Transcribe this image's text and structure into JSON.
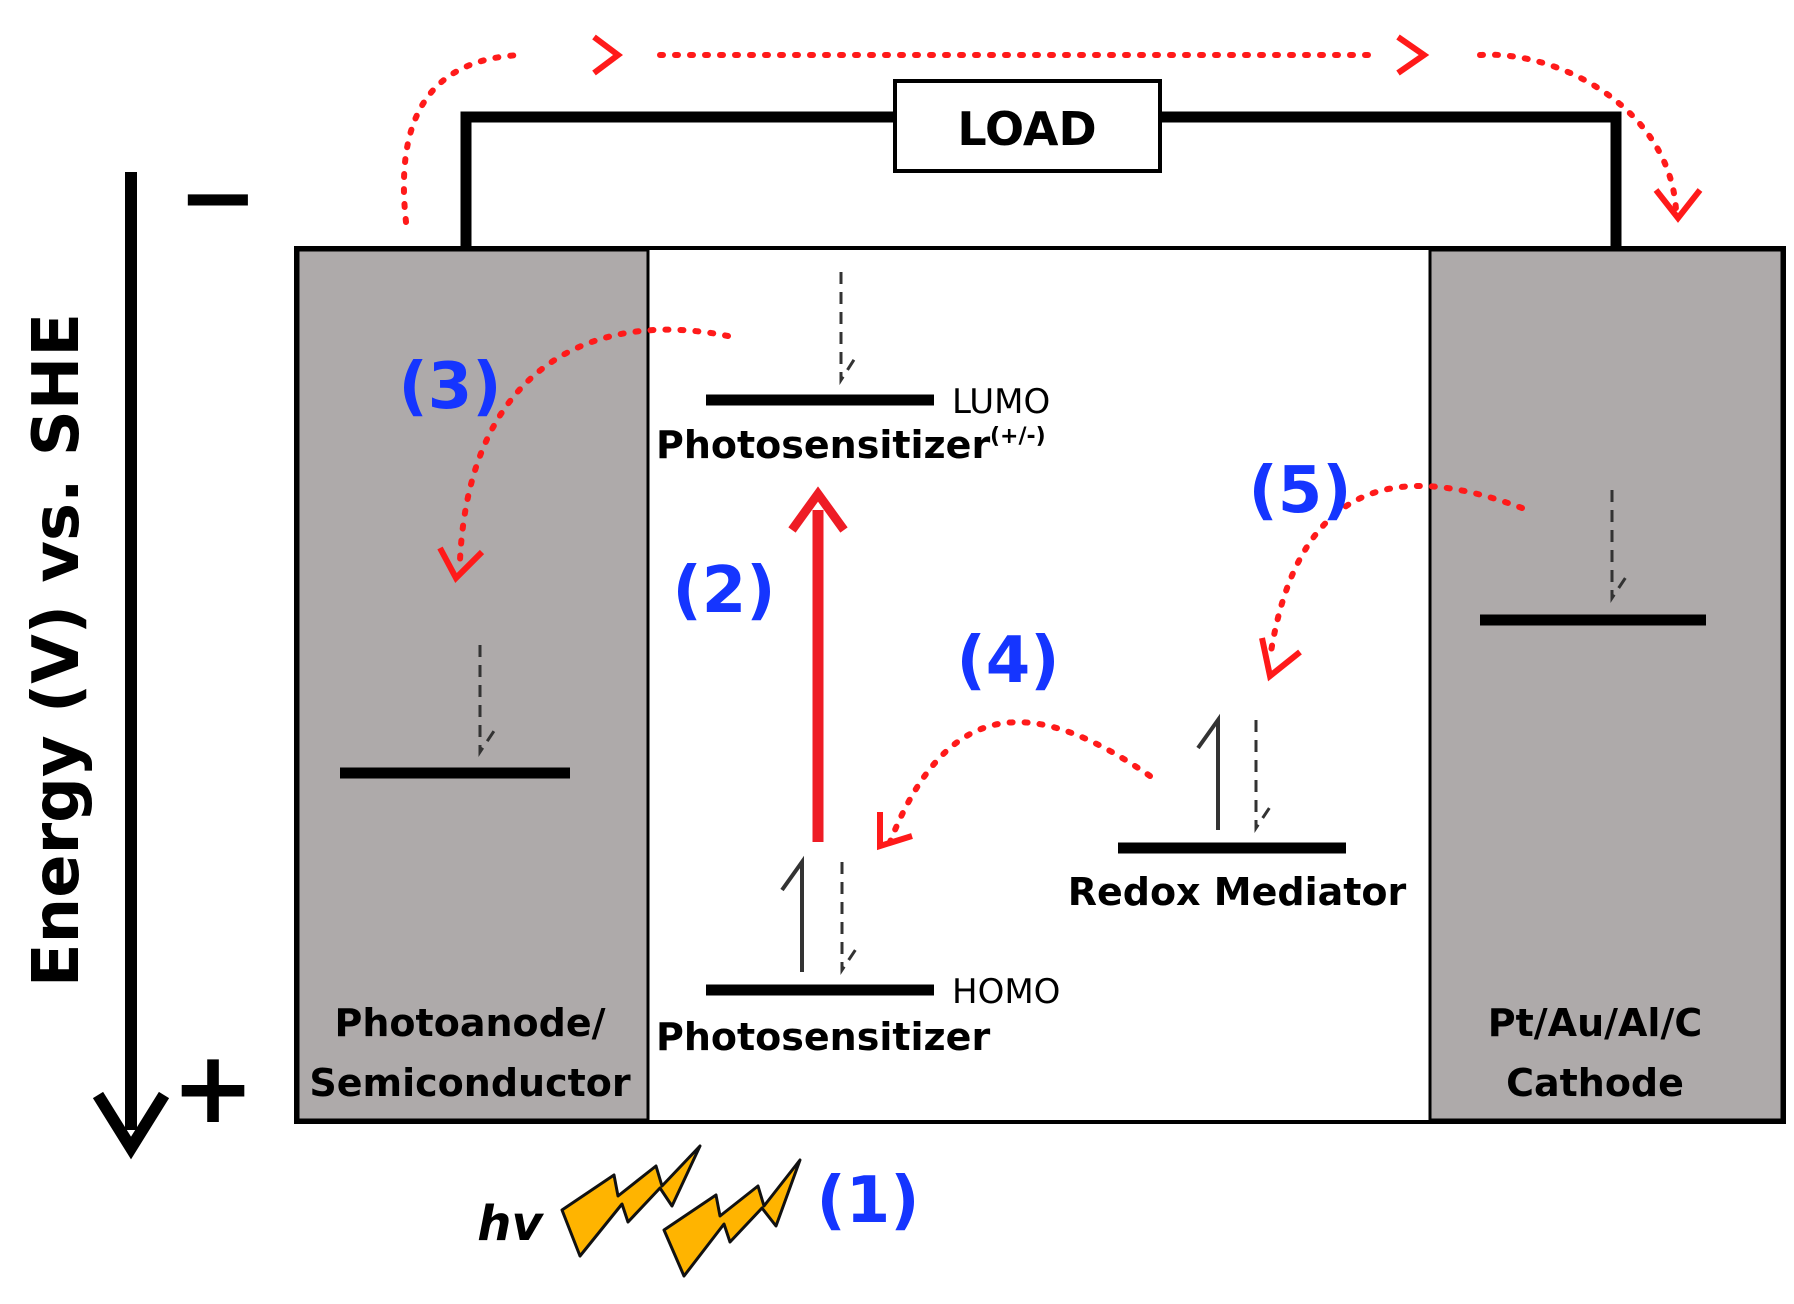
{
  "diagram": {
    "axis": {
      "label": "Energy (V) vs. SHE",
      "minus_sign": "−",
      "plus_sign": "+"
    },
    "load": {
      "label": "LOAD"
    },
    "photoanode": {
      "label_line1": "Photoanode/",
      "label_line2": "Semiconductor"
    },
    "cathode": {
      "label_line1": "Pt/Au/Al/C",
      "label_line2": "Cathode"
    },
    "levels": {
      "lumo_tag": "LUMO",
      "lumo_name": "Photosensitizer",
      "lumo_superscript": "(+/-)",
      "homo_tag": "HOMO",
      "homo_name": "Photosensitizer",
      "redox_name": "Redox Mediator"
    },
    "steps": {
      "s1": "(1)",
      "s2": "(2)",
      "s3": "(3)",
      "s4": "(4)",
      "s5": "(5)"
    },
    "light": {
      "label": "hv"
    },
    "colors": {
      "electrode_fill": "#aeaaaa",
      "electron_path": "#ff1a1a",
      "excitation_arrow": "#ee1c25",
      "step_label": "#1535ff",
      "lightning_fill": "#ffb400",
      "outline": "#000000"
    }
  }
}
